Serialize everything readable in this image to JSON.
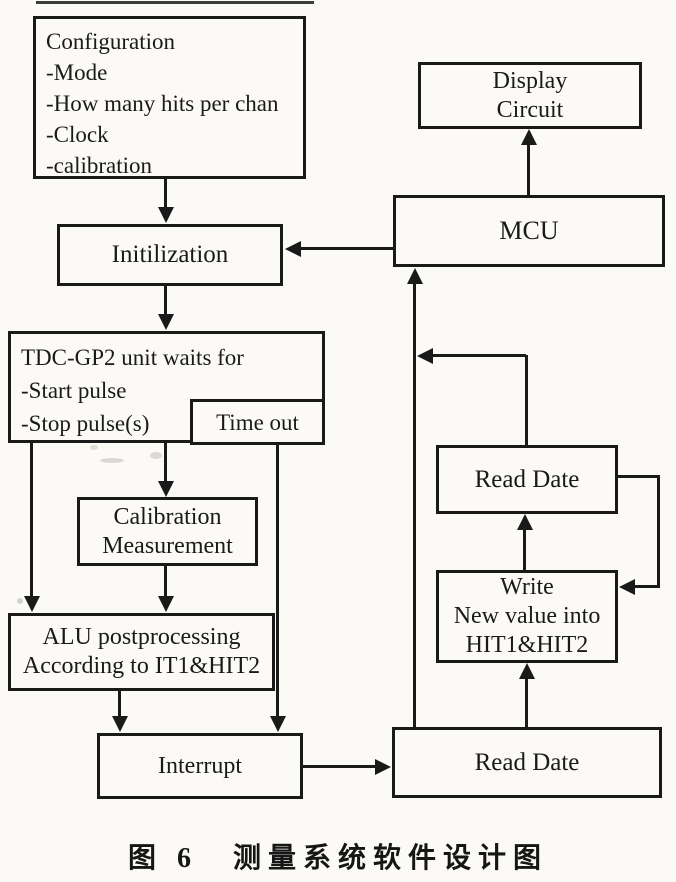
{
  "figure": {
    "caption": "图 6　测量系统软件设计图"
  },
  "colors": {
    "ink": "#1a1a1a",
    "paper": "#fbfaf6"
  },
  "nodes": {
    "configuration": {
      "lines": [
        "Configuration",
        "-Mode",
        "-How many hits per chan",
        "-Clock",
        "-calibration"
      ]
    },
    "initialization": {
      "label": "Initilization"
    },
    "tdc_wait": {
      "lines": [
        "TDC-GP2 unit waits for",
        "-Start pulse",
        "-Stop pulse(s)"
      ]
    },
    "time_out": {
      "label": "Time out"
    },
    "calibration_measurement": {
      "lines": [
        "Calibration",
        "Measurement"
      ]
    },
    "alu_postprocessing": {
      "lines": [
        "ALU postprocessing",
        "According to IT1&HIT2"
      ]
    },
    "interrupt": {
      "label": "Interrupt"
    },
    "read_date_lower": {
      "label": "Read Date"
    },
    "write_new_value": {
      "lines": [
        "Write",
        "New value into",
        "HIT1&HIT2"
      ]
    },
    "read_date_upper": {
      "label": "Read Date"
    },
    "mcu": {
      "label": "MCU"
    },
    "display_circuit": {
      "lines": [
        "Display",
        "Circuit"
      ]
    }
  }
}
